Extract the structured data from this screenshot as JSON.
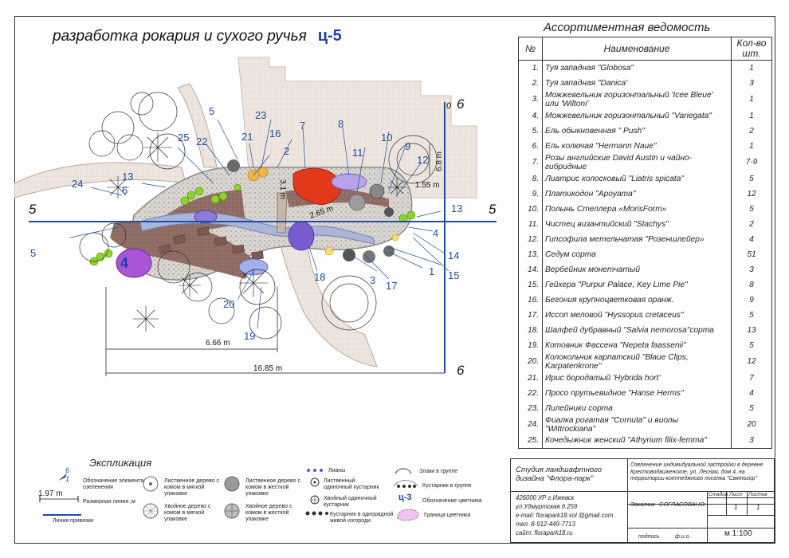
{
  "title": {
    "text": "разработка рокария и сухого ручья",
    "code": "ц-5"
  },
  "plan": {
    "numbers": [
      "1",
      "2",
      "3",
      "4",
      "5",
      "6",
      "7",
      "8",
      "9",
      "10",
      "11",
      "12",
      "13",
      "14",
      "15",
      "16",
      "17",
      "18",
      "19",
      "20",
      "21",
      "22",
      "23",
      "24",
      "25"
    ],
    "axis_labels": {
      "left": "5",
      "right": "5",
      "top": "6",
      "bottom": "6",
      "origin": "0"
    },
    "dimensions": {
      "d1": "6.66 m",
      "d2": "16.85 m",
      "d3": "1.55 m",
      "d4": "6.8 m",
      "d5": "3.1 m",
      "d6": "2.65 m"
    },
    "bed_label": "4"
  },
  "assortment": {
    "title": "Ассортиментная ведомость",
    "head_num": "№",
    "head_name": "Наименование",
    "head_qty": "Кол-во шт.",
    "rows": [
      {
        "n": "1.",
        "name": "Туя западная \"Globosa\"",
        "qty": "1"
      },
      {
        "n": "2.",
        "name": "Туя западная \"Danica'",
        "qty": "3"
      },
      {
        "n": "3.",
        "name": "Можжевельник горизонтальный 'Icee Bleue' или 'Wiltoni'",
        "qty": "1"
      },
      {
        "n": "4.",
        "name": "Можжевельник горизонтальный \"Variegata\"",
        "qty": "1"
      },
      {
        "n": "5.",
        "name": "Ель обыкновенная \" Push\"",
        "qty": "2"
      },
      {
        "n": "6.",
        "name": "Ель колючая \"Hermann Naue\"",
        "qty": "1"
      },
      {
        "n": "7.",
        "name": "Розы английские  David Austin и чайно-гибридные",
        "qty": "7-9"
      },
      {
        "n": "8.",
        "name": "Лиатрис колосковый \"Liatris spicata\"",
        "qty": "5"
      },
      {
        "n": "9.",
        "name": "Платикодон \"Apoyama\"",
        "qty": "12"
      },
      {
        "n": "10.",
        "name": "Полынь Стеллера  «MorisForm»",
        "qty": "5"
      },
      {
        "n": "11.",
        "name": "Чистец византийский \"Stachys\"",
        "qty": "2"
      },
      {
        "n": "12.",
        "name": "Гипсофила метельчатая \"Розеншлейер»",
        "qty": "4"
      },
      {
        "n": "13.",
        "name": "Седум сорта",
        "qty": "51"
      },
      {
        "n": "14.",
        "name": "Вербейник монетчатый",
        "qty": "3"
      },
      {
        "n": "15.",
        "name": "Гейхера \"Purpur Palace, Key Lime Pie\"",
        "qty": "8"
      },
      {
        "n": "16.",
        "name": "Бегония крупноцветковая оранж.",
        "qty": "9"
      },
      {
        "n": "17.",
        "name": "Иссоп меловой \"Hyssopus cretaceus\"",
        "qty": "5"
      },
      {
        "n": "18.",
        "name": "Шалфей дубравный \"Salvia nemorosa\"сорта",
        "qty": "13"
      },
      {
        "n": "19.",
        "name": "Котовник Фассена \"Nepeta faassenii\"",
        "qty": "5"
      },
      {
        "n": "20.",
        "name": "Колокольчик карпатский \"Blaue Clips, Karpatenkrone\"",
        "qty": "12"
      },
      {
        "n": "21.",
        "name": "Ирис бородатый  'Hybrida hort'",
        "qty": "7"
      },
      {
        "n": "22.",
        "name": "Просо прутьевидное \"Hanse Herms\"",
        "qty": "4"
      },
      {
        "n": "23.",
        "name": "Лилейники сорта",
        "qty": "5"
      },
      {
        "n": "24.",
        "name": "Фиалка рогатая \"Cornuta\" и виолы \"Wittrockiana\"",
        "qty": "20"
      },
      {
        "n": "25.",
        "name": "Кочедыжник женский \"Athyrium filix-femma\"",
        "qty": "3"
      }
    ]
  },
  "legend": {
    "title": "Экспликация",
    "items": [
      "Обозначение элемента озеленения",
      "Размерная линия ,м",
      "Линия привязки",
      "Лиственное дерево с комом в мягкой упаковке",
      "Хвойное дерево с комом в мягкой упаковке",
      "Лиственное дерево с комом в жесткой упаковке",
      "Хвойное дерево с комом в жесткой упаковке",
      "Лианы",
      "Лиственный одиночный кустарник",
      "Хвойный одиночный кустарник",
      "Кустарник в однорядной живой изгороди",
      "Злаки в группе",
      "Кустарник в группе",
      "Обозначение цветника",
      "Граница цветника"
    ],
    "sample_num_a": "6",
    "sample_num_b": "1",
    "sample_dim": "1.97 m",
    "sample_code": "ц-3"
  },
  "stamp": {
    "studio": "Студия ландшафтного дизайна \"Флора-парк\"",
    "project": "Озеленение индивидуальной застройки в деревне Крестоводвиженское, ул. Лесная, дом 4, на территории коттеджного поселка \"Святогор\"",
    "address": [
      "426000 УР г.Ижевск",
      "ул.Удмуртская д.259",
      "e-mail: florapark18.sol @gmail.com",
      "тел.  8-912-449-7713",
      "сайт: florapark18.ru"
    ],
    "customer": "Заказчик",
    "approved": "СОГЛАСОВАНО:",
    "stage": "Стадия",
    "sheet": "Лист",
    "sheets": "Листов",
    "sheet_val": "1",
    "sheets_val": "1",
    "signature": "подпись",
    "fio": "ф.и.о.",
    "scale": "м 1:100"
  },
  "colors": {
    "axis": "#1c4ea3",
    "rose_bed": "#e2391b",
    "paving": "#efe6e0",
    "gravel": "#8a6a5e",
    "lavender": "#7b5bd0",
    "lime": "#8fd32a",
    "bed4": "#a955d6"
  }
}
